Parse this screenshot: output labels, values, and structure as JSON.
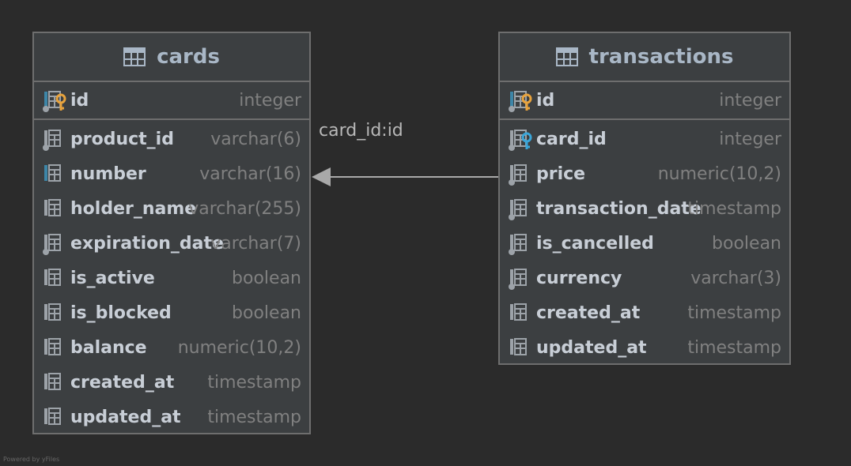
{
  "relation": {
    "label": "card_id:id"
  },
  "watermark": "Powered by yFiles",
  "cards": {
    "name": "cards",
    "pk": {
      "name": "id",
      "type": "integer",
      "icon": "primary-key-icon"
    },
    "columns": [
      {
        "name": "product_id",
        "type": "varchar(6)",
        "icon": "column-notnull-icon"
      },
      {
        "name": "number",
        "type": "varchar(16)",
        "icon": "column-index-icon"
      },
      {
        "name": "holder_name",
        "type": "varchar(255)",
        "icon": "column-icon"
      },
      {
        "name": "expiration_date",
        "type": "varchar(7)",
        "icon": "column-notnull-icon"
      },
      {
        "name": "is_active",
        "type": "boolean",
        "icon": "column-icon"
      },
      {
        "name": "is_blocked",
        "type": "boolean",
        "icon": "column-icon"
      },
      {
        "name": "balance",
        "type": "numeric(10,2)",
        "icon": "column-icon"
      },
      {
        "name": "created_at",
        "type": "timestamp",
        "icon": "column-icon"
      },
      {
        "name": "updated_at",
        "type": "timestamp",
        "icon": "column-icon"
      }
    ]
  },
  "transactions": {
    "name": "transactions",
    "pk": {
      "name": "id",
      "type": "integer",
      "icon": "primary-key-icon"
    },
    "columns": [
      {
        "name": "card_id",
        "type": "integer",
        "icon": "foreign-key-icon"
      },
      {
        "name": "price",
        "type": "numeric(10,2)",
        "icon": "column-notnull-icon"
      },
      {
        "name": "transaction_date",
        "type": "timestamp",
        "icon": "column-notnull-icon"
      },
      {
        "name": "is_cancelled",
        "type": "boolean",
        "icon": "column-notnull-icon"
      },
      {
        "name": "currency",
        "type": "varchar(3)",
        "icon": "column-notnull-icon"
      },
      {
        "name": "created_at",
        "type": "timestamp",
        "icon": "column-icon"
      },
      {
        "name": "updated_at",
        "type": "timestamp",
        "icon": "column-icon"
      }
    ]
  },
  "colors": {
    "background": "#2b2b2b",
    "table_bg": "#3c3f41",
    "border": "#6e6e6e",
    "column_name": "#c8ced6",
    "column_type": "#808080",
    "pk_key": "#e8a33d",
    "fk_key": "#3aa6d9",
    "index_marker": "#3d86a8"
  }
}
